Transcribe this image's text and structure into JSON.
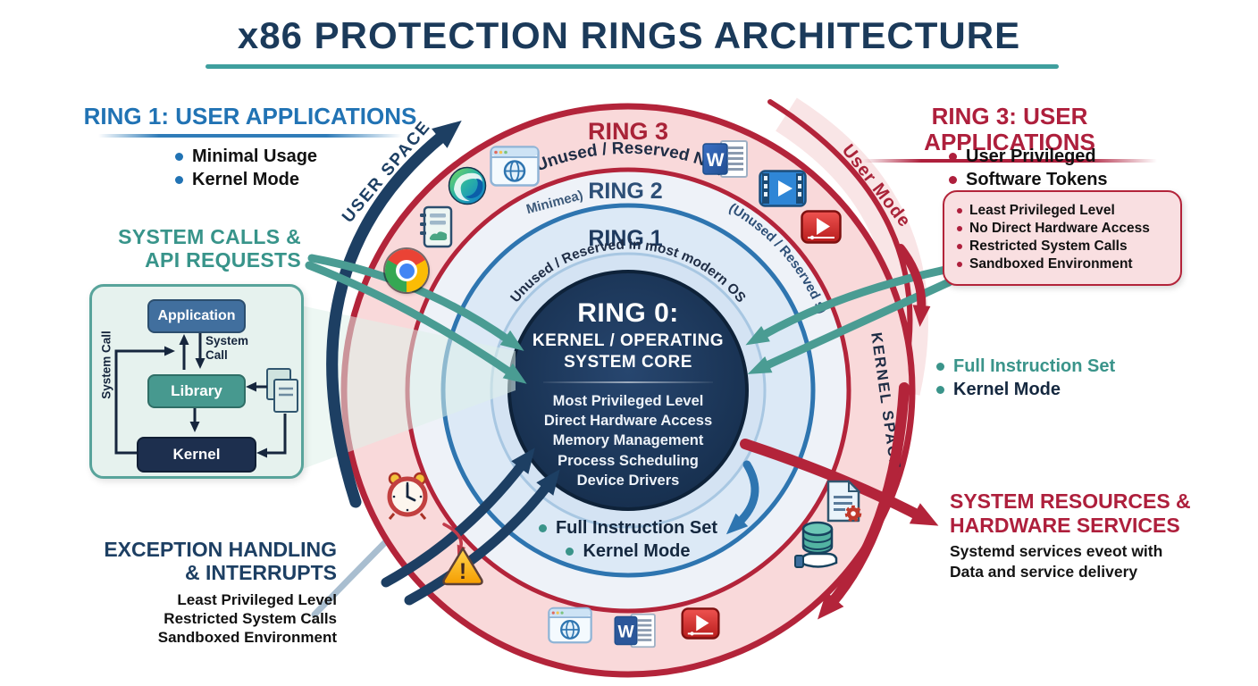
{
  "title": "x86 PROTECTION RINGS ARCHITECTURE",
  "left_column": {
    "ring1_heading": "RING 1: USER APPLICATIONS",
    "ring1_bullets": [
      "Minimal Usage",
      "Kernel Mode"
    ],
    "system_calls_heading": [
      "SYSTEM CALLS &",
      "API REQUESTS"
    ],
    "flowchart": {
      "application_label": "Application",
      "library_label": "Library",
      "kernel_label": "Kernel",
      "system_call_arrow_label": [
        "System",
        "Call"
      ],
      "system_call_side_label": "System Call"
    },
    "exception_heading": [
      "EXCEPTION HANDLING",
      "& INTERRUPTS"
    ],
    "exception_items": [
      "Least Privileged Level",
      "Restricted System Calls",
      "Sandboxed Environment"
    ]
  },
  "right_column": {
    "ring3_heading": "RING 3: USER APPLICATIONS",
    "ring3_bullets": [
      "User Privileged",
      "Software Tokens"
    ],
    "privilege_box_items": [
      "Least Privileged Level",
      "No Direct Hardware Access",
      "Restricted System Calls",
      "Sandboxed Environment"
    ],
    "instruction_bullets": [
      "Full Instruction Set",
      "Kernel Mode"
    ],
    "resources_heading": [
      "SYSTEM RESOURCES &",
      "HARDWARE SERVICES"
    ],
    "resources_body": [
      "Systemd services eveot with",
      "Data and service delivery"
    ]
  },
  "rings": {
    "ring3_label": "RING 3",
    "ring3_note": "(Unused / Reserved Net)",
    "ring2_label": "RING 2",
    "ring2_left_note": "Minimea)",
    "ring2_note": "(Unused / Reserved s)",
    "ring1_label": "RING 1",
    "ring1_note": "(Unused / Reserved in most modern OS)",
    "user_space_label": "USER SPACE",
    "user_mode_label": "User Mode",
    "kernel_space_label": "KERNEL SPACE"
  },
  "core": {
    "title": "RING 0:",
    "subtitle": [
      "KERNEL / OPERATING",
      "SYSTEM CORE"
    ],
    "items": [
      "Most Privileged Level",
      "Direct Hardware Access",
      "Memory Management",
      "Process Scheduling",
      "Device Drivers"
    ],
    "inner_bullets": [
      "Full Instruction Set",
      "Kernel Mode"
    ]
  },
  "icons": [
    "browser-window-icon",
    "edge-browser-icon",
    "notes-icon",
    "chrome-icon",
    "word-document-icon",
    "video-player-blue-icon",
    "video-player-red-icon",
    "alarm-clock-icon",
    "warning-triangle-icon",
    "document-gear-icon",
    "database-hand-icon"
  ],
  "colors": {
    "navy": "#1d3f63",
    "blue": "#2173b4",
    "teal": "#3a948a",
    "crimson": "#ae1f3c",
    "ring_pink": "#f9d9da",
    "ring_blue_light": "#dce9f6",
    "core_navy": "#1b3351",
    "title_underline": "#3f9f9e"
  }
}
